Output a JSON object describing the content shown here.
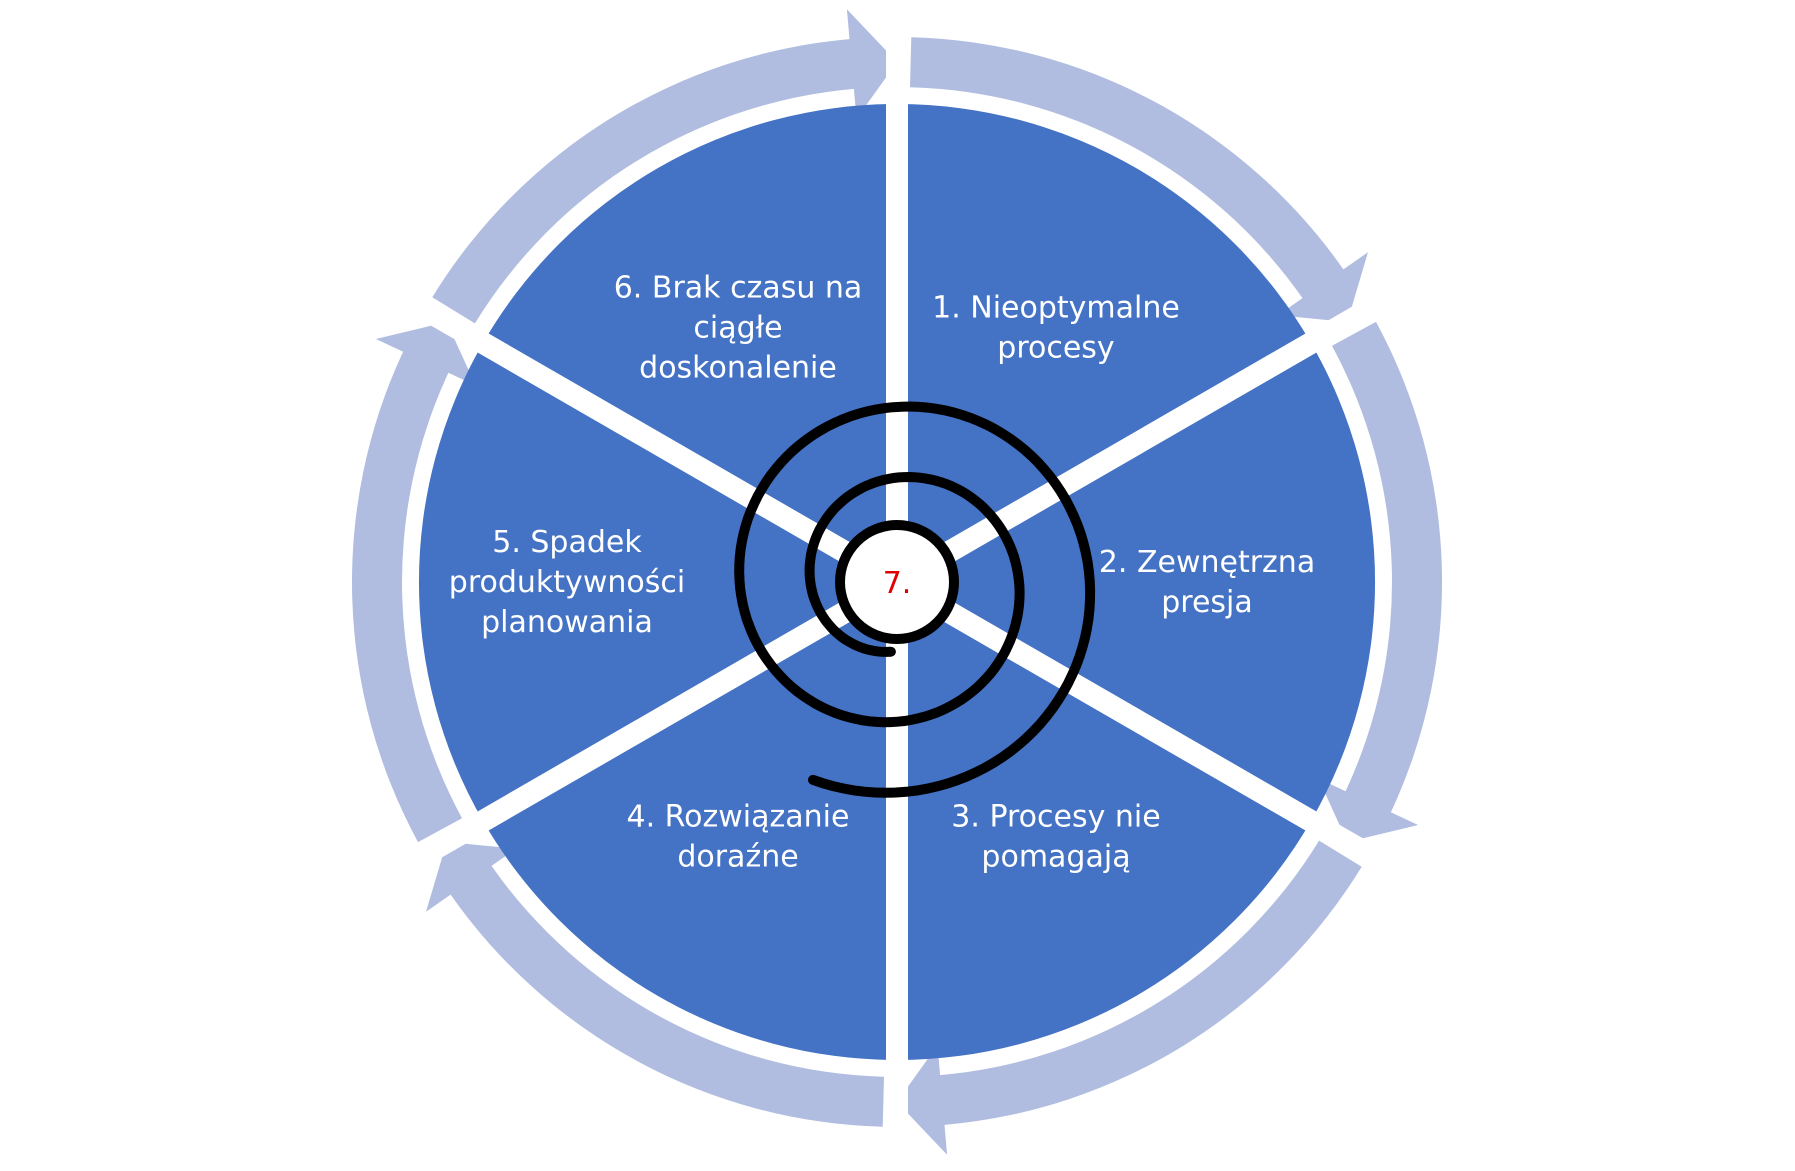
{
  "colors": {
    "segment_fill": "#4472c4",
    "ring_fill": "#b0bde0",
    "separator": "#ffffff",
    "spiral_stroke": "#000000",
    "center_fill": "#ffffff",
    "center_text": "#e00000",
    "label_text": "#ffffff"
  },
  "cycle": {
    "segments": [
      {
        "id": 1,
        "lines": [
          "1. Nieoptymalne",
          "procesy"
        ]
      },
      {
        "id": 2,
        "lines": [
          "2. Zewnętrzna",
          "presja"
        ]
      },
      {
        "id": 3,
        "lines": [
          "3. Procesy nie",
          "pomagają"
        ]
      },
      {
        "id": 4,
        "lines": [
          "4. Rozwiązanie",
          "doraźne"
        ]
      },
      {
        "id": 5,
        "lines": [
          "5. Spadek",
          "produktywności",
          "planowania"
        ]
      },
      {
        "id": 6,
        "lines": [
          "6. Brak czasu na",
          "ciągłe",
          "doskonalenie"
        ]
      }
    ],
    "center": {
      "label": "7."
    }
  },
  "icons": [
    "spiral-icon",
    "cycle-arrow-icon"
  ]
}
